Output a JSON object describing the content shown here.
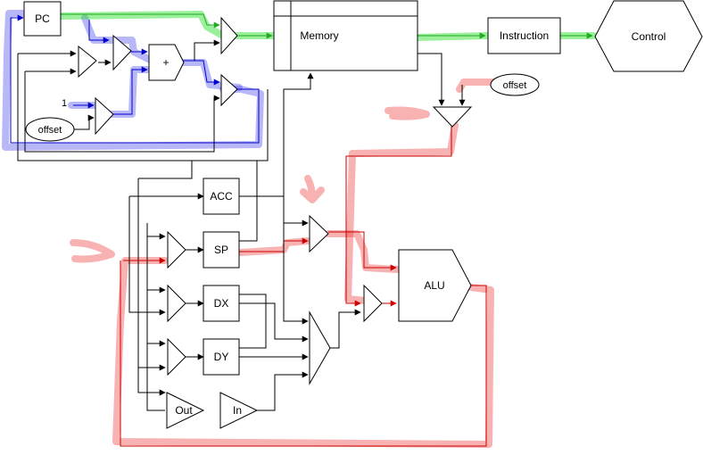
{
  "nodes": {
    "pc": "PC",
    "memory": "Memory",
    "instruction": "Instruction",
    "control": "Control",
    "adder": "+",
    "one": "1",
    "offset_left": "offset",
    "offset_right": "offset",
    "acc": "ACC",
    "sp": "SP",
    "dx": "DX",
    "dy": "DY",
    "out": "Out",
    "in": "In",
    "alu": "ALU"
  },
  "colors": {
    "highlight_blue": "#3333ee",
    "highlight_green": "#22dd22",
    "highlight_red": "#ee2222",
    "wire_blue": "#0000cc",
    "wire_green": "#22aa22",
    "wire_red": "#cc0000"
  }
}
